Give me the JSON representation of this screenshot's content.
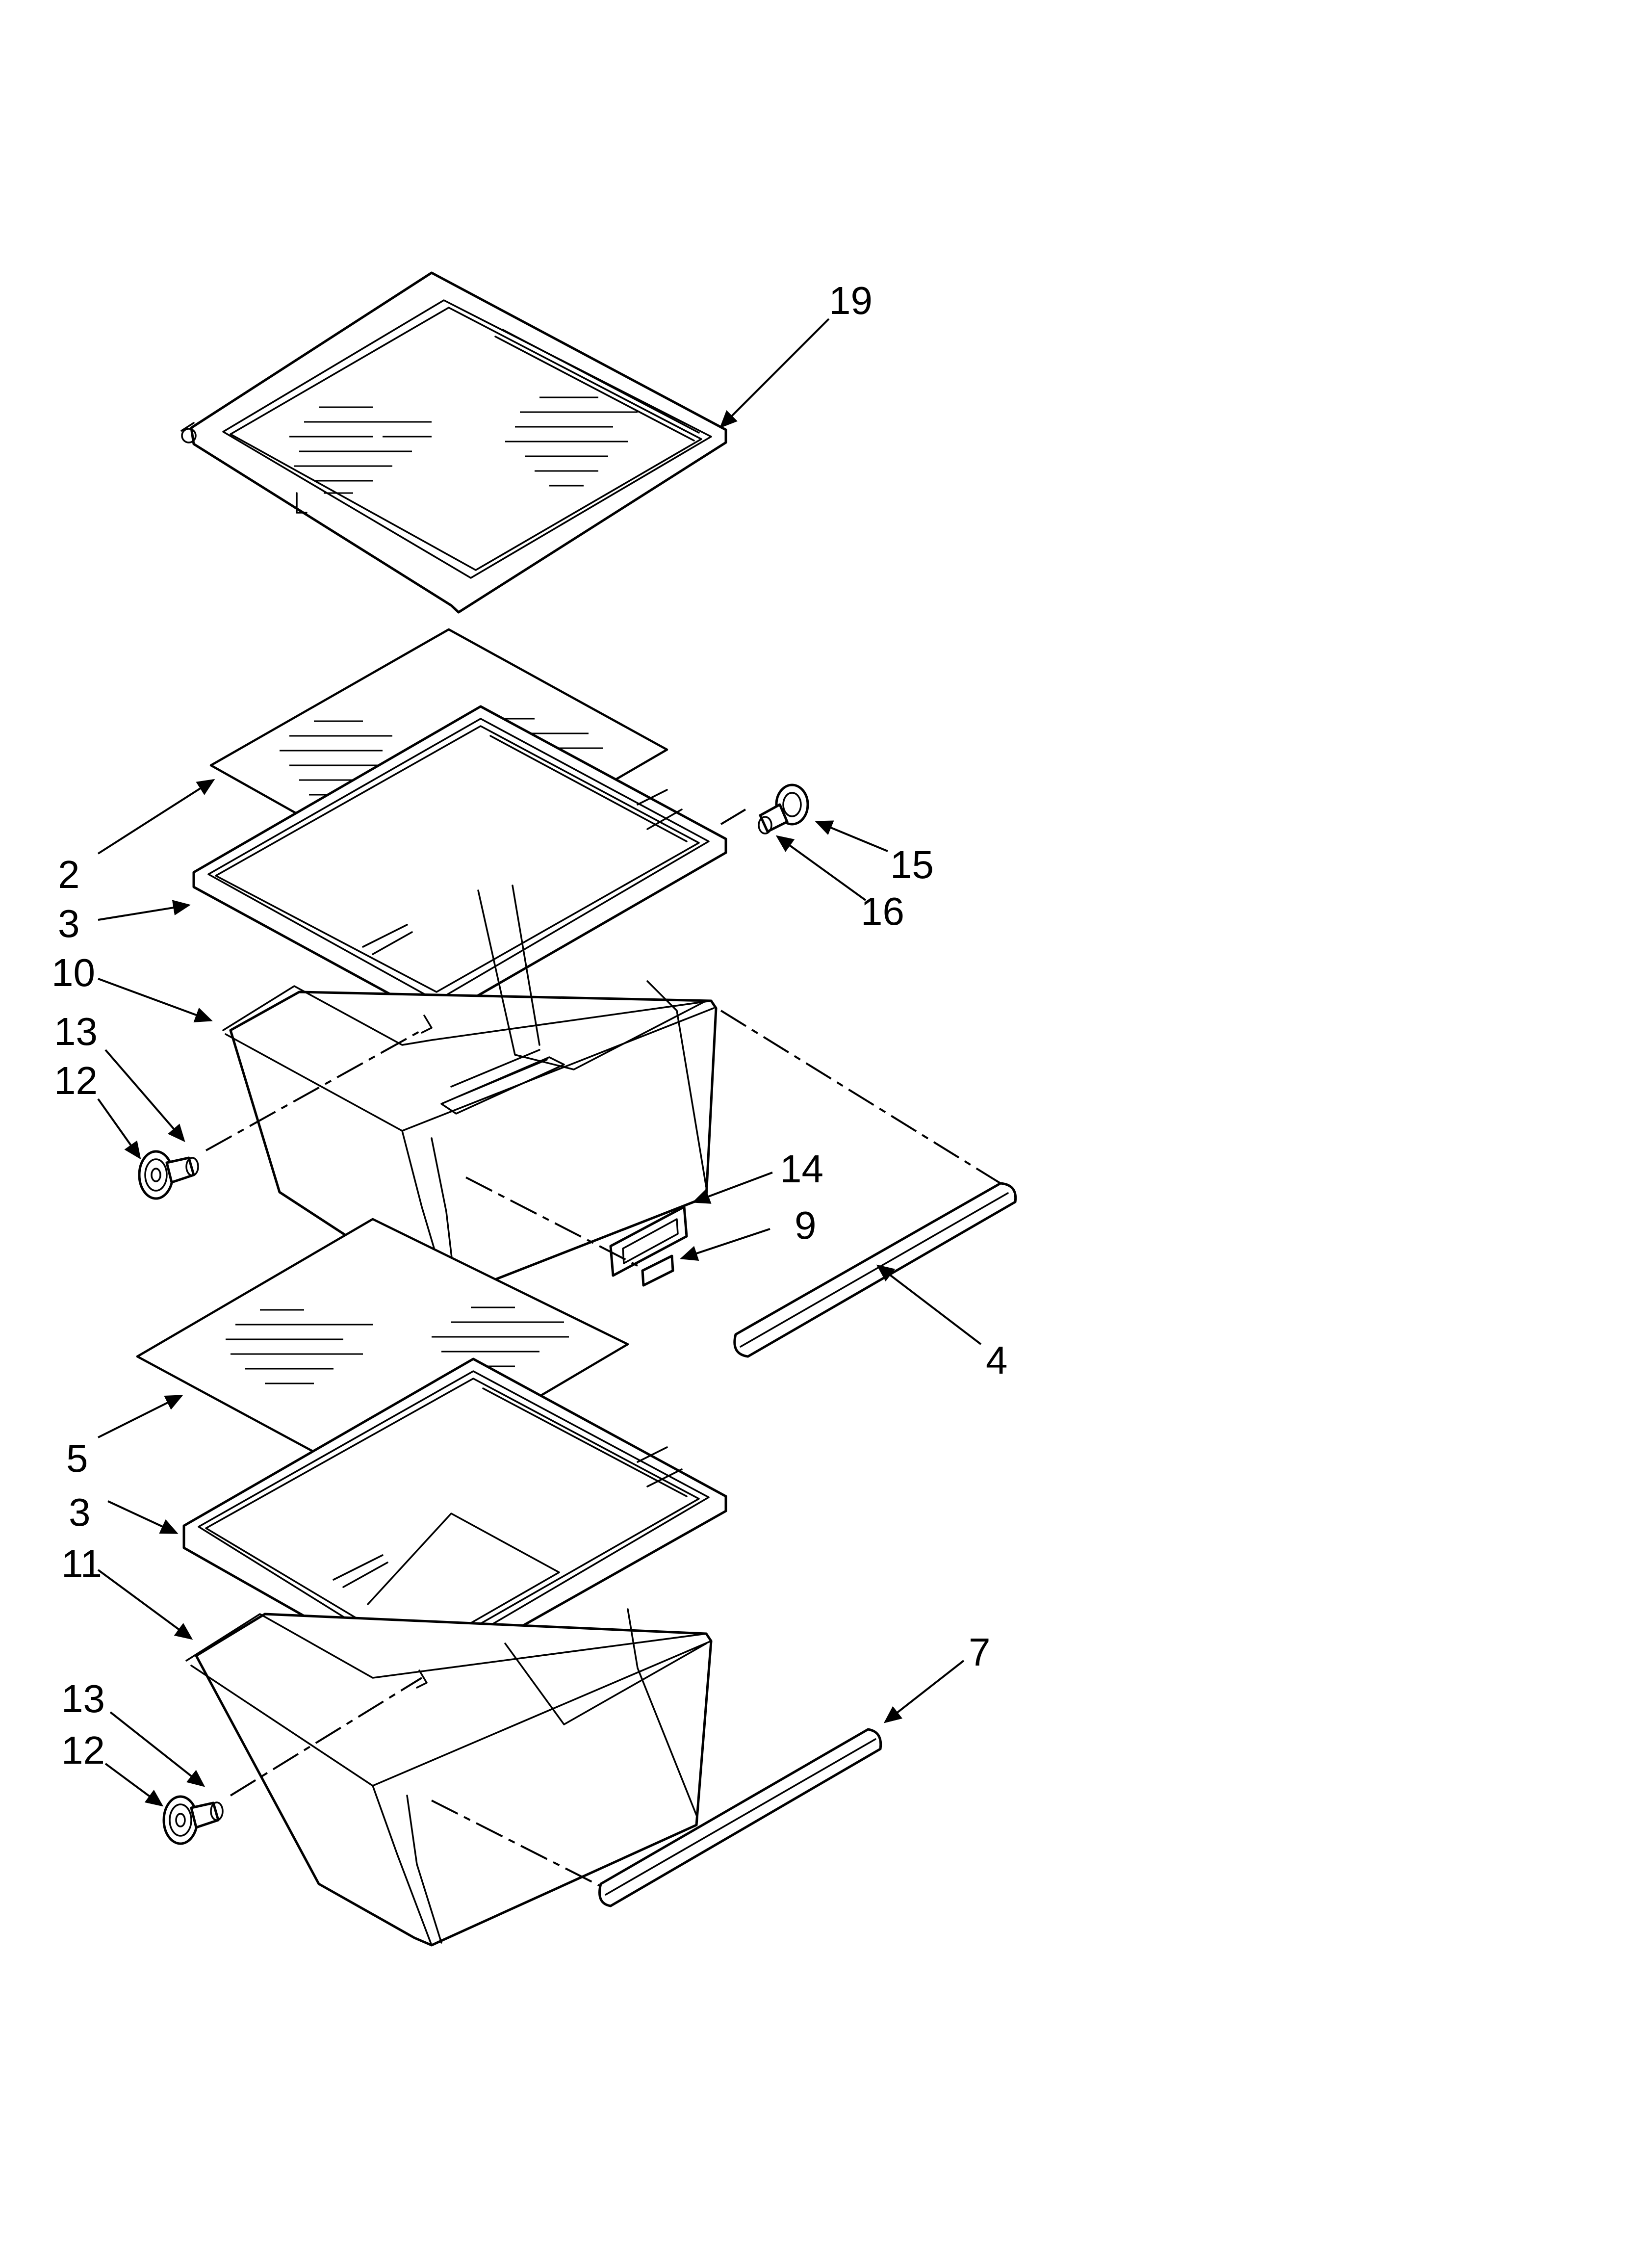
{
  "diagram": {
    "callouts": [
      {
        "id": "c19",
        "label": "19",
        "part": "crisper-cover-frame"
      },
      {
        "id": "c2",
        "label": "2",
        "part": "upper-glass-shelf"
      },
      {
        "id": "c3a",
        "label": "3",
        "part": "upper-cover-frame"
      },
      {
        "id": "c10",
        "label": "10",
        "part": "upper-crisper-drawer"
      },
      {
        "id": "c13a",
        "label": "13",
        "part": "upper-roller-axle"
      },
      {
        "id": "c12a",
        "label": "12",
        "part": "upper-roller-wheel"
      },
      {
        "id": "c15",
        "label": "15",
        "part": "side-roller-wheel"
      },
      {
        "id": "c16",
        "label": "16",
        "part": "side-roller-axle"
      },
      {
        "id": "c14",
        "label": "14",
        "part": "humidity-slide-housing"
      },
      {
        "id": "c9",
        "label": "9",
        "part": "humidity-control-slide"
      },
      {
        "id": "c4",
        "label": "4",
        "part": "upper-drawer-slide-rail"
      },
      {
        "id": "c5",
        "label": "5",
        "part": "lower-glass-shelf"
      },
      {
        "id": "c3b",
        "label": "3",
        "part": "lower-cover-frame"
      },
      {
        "id": "c11",
        "label": "11",
        "part": "lower-crisper-drawer"
      },
      {
        "id": "c13b",
        "label": "13",
        "part": "lower-roller-axle"
      },
      {
        "id": "c12b",
        "label": "12",
        "part": "lower-roller-wheel"
      },
      {
        "id": "c7",
        "label": "7",
        "part": "lower-drawer-slide-rail"
      }
    ]
  }
}
